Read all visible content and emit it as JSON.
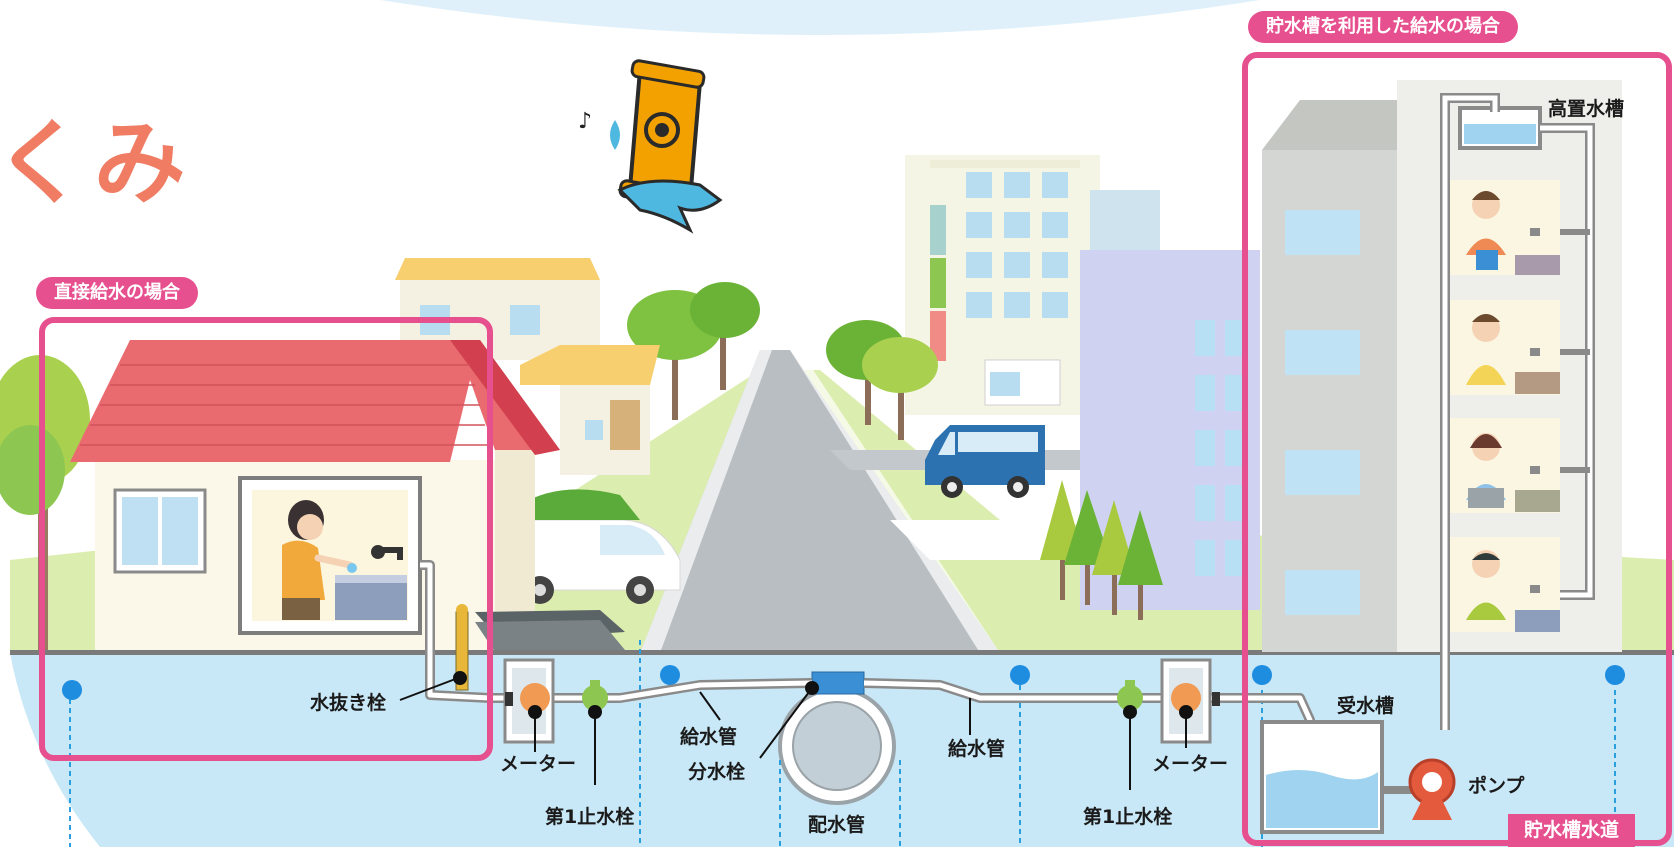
{
  "title_partial": "くみ",
  "sections": {
    "direct": "直接給水の場合",
    "tank": "貯水槽を利用した給水の場合"
  },
  "labels": {
    "drain_plug": "水抜き栓",
    "meter_left": "メーター",
    "stopcock_left": "第1止水栓",
    "service_pipe_left": "給水管",
    "branch_valve": "分水栓",
    "distribution_main": "配水管",
    "service_pipe_right": "給水管",
    "stopcock_right": "第1止水栓",
    "meter_right": "メーター",
    "receiving_tank": "受水槽",
    "pump": "ポンプ",
    "elevated_tank": "高置水槽",
    "tank_system": "貯水槽水道"
  },
  "icons": {
    "mascot": "water-pipe-mascot-icon",
    "note": "music-note-icon"
  },
  "colors": {
    "accent": "#e7508f",
    "ground": "#c9e8f7",
    "pipe": "#8a8a8a",
    "title": "#f07d63"
  }
}
